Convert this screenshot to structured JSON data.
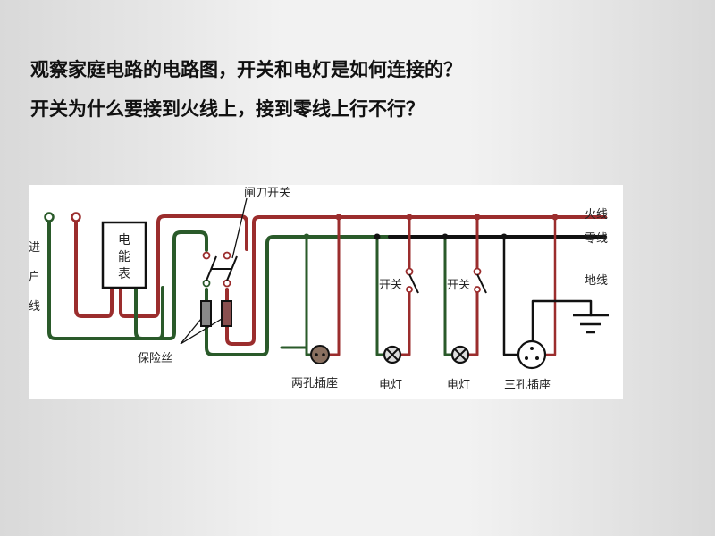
{
  "questions": [
    "观察家庭电路的电路图，开关和电灯是如何连接的？",
    "开关为什么要接到火线上，接到零线上行不行？"
  ],
  "diagram": {
    "labels": {
      "incoming_line": [
        "进",
        "户",
        "线"
      ],
      "meter": [
        "电",
        "能",
        "表"
      ],
      "knife_switch": "闸刀开关",
      "fuse": "保险丝",
      "live_wire": "火线",
      "neutral_wire": "零线",
      "ground_wire": "地线",
      "switch_1": "开关",
      "switch_2": "开关",
      "two_hole_socket": "两孔插座",
      "lamp_1": "电灯",
      "lamp_2": "电灯",
      "three_hole_socket": "三孔插座"
    },
    "colors": {
      "live": "#9b2d2d",
      "neutral_green": "#2a5a2a",
      "neutral_black": "#111111",
      "socket_fill": "#8a7060"
    }
  }
}
